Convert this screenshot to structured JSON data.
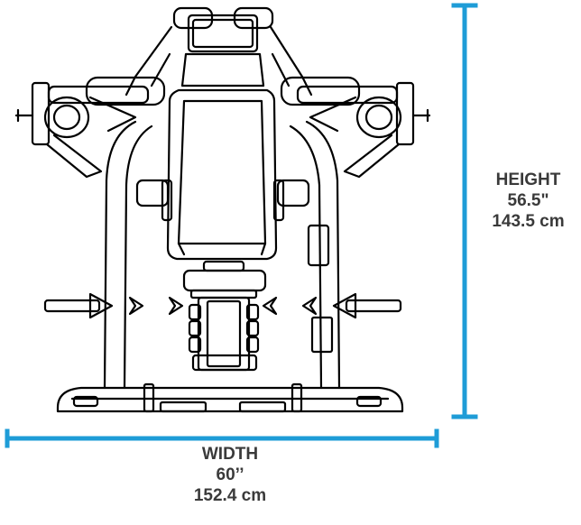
{
  "dimensions": {
    "height": {
      "title": "HEIGHT",
      "imperial": "56.5\"",
      "metric": "143.5 cm"
    },
    "width": {
      "title": "WIDTH",
      "imperial": "60’’",
      "metric": "152.4 cm"
    }
  },
  "colors": {
    "dimension_line": "#1e9cd7",
    "drawing": "#000000",
    "label_text": "#3a3a3a"
  }
}
